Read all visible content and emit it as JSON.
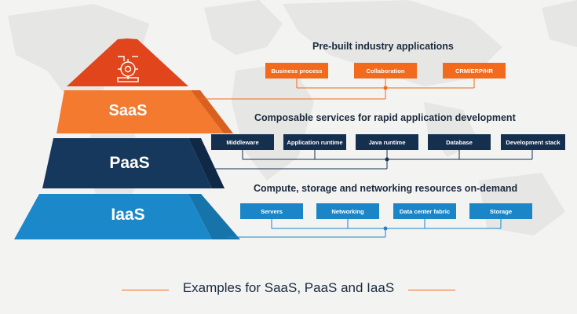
{
  "pyramid": {
    "tiers": [
      {
        "label": "SaaS",
        "color": "#f37a2e"
      },
      {
        "label": "PaaS",
        "color": "#16385c"
      },
      {
        "label": "IaaS",
        "color": "#1b89c9"
      }
    ],
    "apex_icon": "industry-gear-icon"
  },
  "sections": [
    {
      "heading": "Pre-built industry applications",
      "style": "orange",
      "items": [
        "Business process",
        "Collaboration",
        "CRM/ERP/HR"
      ]
    },
    {
      "heading": "Composable services for rapid application development",
      "style": "navy",
      "items": [
        "Middleware",
        "Application runtime",
        "Java runtime",
        "Database",
        "Development stack"
      ]
    },
    {
      "heading": "Compute, storage and networking resources on-demand",
      "style": "blue",
      "items": [
        "Servers",
        "Networking",
        "Data center fabric",
        "Storage"
      ]
    }
  ],
  "footer": {
    "title": "Examples for SaaS, PaaS and IaaS"
  },
  "colors": {
    "accent": "#f26a1b",
    "navy": "#15304f",
    "blue": "#1a86c7",
    "text": "#1b2a3d"
  }
}
